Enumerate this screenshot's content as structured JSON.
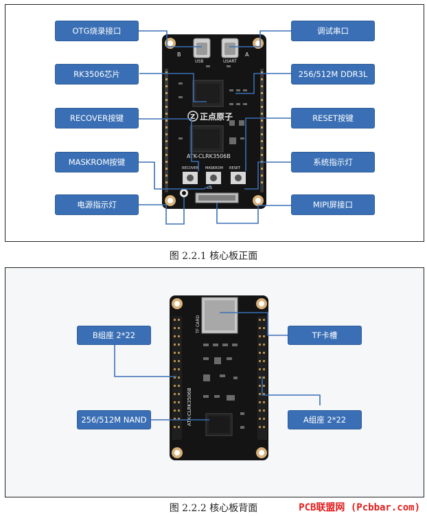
{
  "figure1": {
    "labels": {
      "otg": "OTG烧录接口",
      "rk3506": "RK3506芯片",
      "recover": "RECOVER按键",
      "maskrom": "MASKROM按键",
      "power_led": "电源指示灯",
      "uart": "调试串口",
      "ddr": "256/512M DDR3L",
      "reset": "RESET按键",
      "sys_led": "系统指示灯",
      "mipi": "MIPI屏接口"
    },
    "board_text": {
      "usb": "USB",
      "usart": "USART",
      "b": "B",
      "a": "A",
      "logo": "正点原子",
      "model": "ATK-CLRK3506B",
      "recover": "RECOVER",
      "maskrom": "MASKROM",
      "reset": "RESET",
      "ds": "DS"
    },
    "caption": "图  2.2.1  核心板正面"
  },
  "figure2": {
    "labels": {
      "b_header": "B组座 2*22",
      "nand": "256/512M NAND",
      "tf": "TF卡槽",
      "a_header": "A组座 2*22"
    },
    "board_text": {
      "tf": "TF CARD",
      "model": "ATK-CLRK3506B"
    },
    "caption": "图  2.2.2  核心板背面"
  },
  "watermark": "PCB联盟网 (Pcbbar.com)",
  "colors": {
    "label_bg": "#3a6fb5",
    "leader": "#3a6fb5",
    "board": "#141414",
    "watermark": "#e21b1b"
  }
}
